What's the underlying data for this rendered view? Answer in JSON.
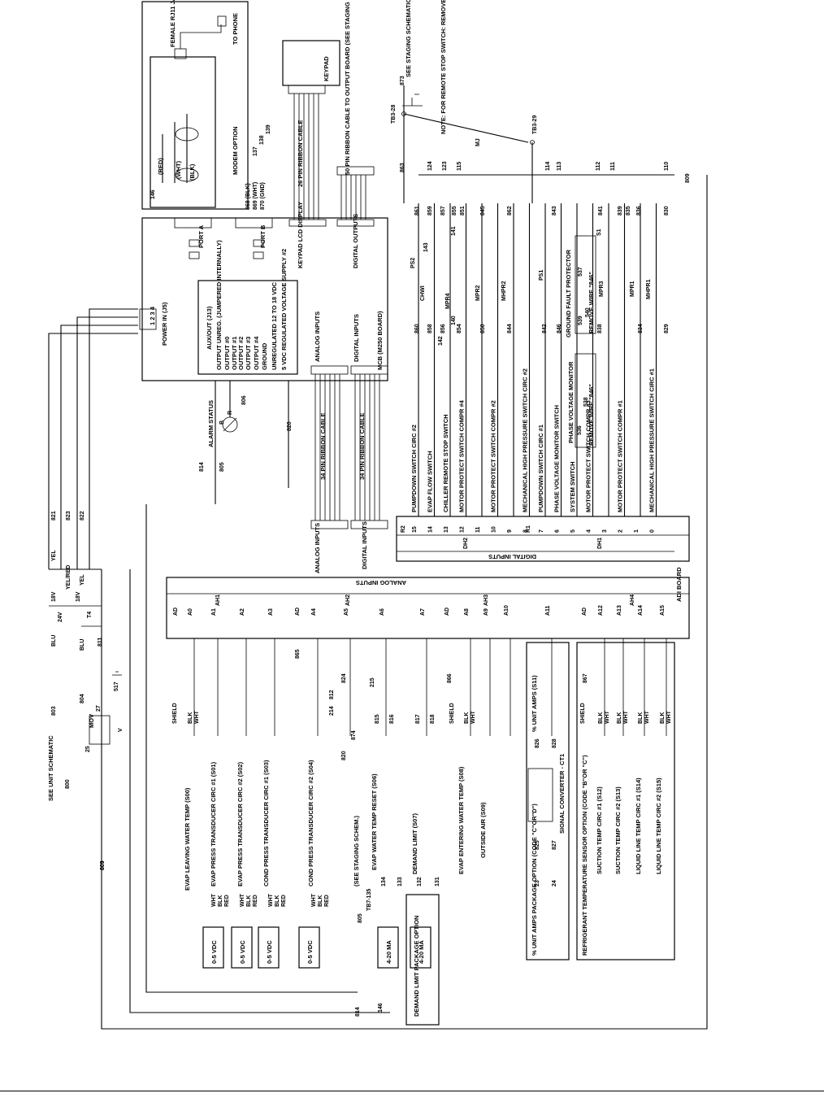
{
  "modem": {
    "jack": "FEMALE RJ11 JACK",
    "to_phone": "TO PHONE",
    "option": "MODEM OPTION",
    "wire_red": "(RED)",
    "wire_wht": "(WHT)",
    "wire_blk": "(BLK)",
    "wire_146": "146",
    "t137": "137",
    "t138": "138",
    "t139": "139",
    "w868": "868 (BLK)",
    "w869": "869 (WHT)",
    "w870": "870 (GND)"
  },
  "keypad": {
    "label": "KEYPAD",
    "cable": "26 PIN RIBBON CABLE",
    "port": "KEYPAD LCD DISPLAY"
  },
  "outputs_ribbon": {
    "label": "50 PIN RIBBON CABLE TO OUTPUT BOARD (SEE STAGING SCHEMATIC)",
    "port": "DIGITAL OUTPUTS"
  },
  "mcb": {
    "title": "MCB (M250 BOARD)",
    "port_a": "PORT A",
    "port_b": "PORT B",
    "power_in": "POWER IN (J5)",
    "pins": "1 2 3 4",
    "aux": "AUX/OUT (J13)",
    "aux_rows": [
      "OUTPUT UNREG. (JUMPERED INTERNALLY)",
      "OUTPUT #0",
      "OUTPUT #1",
      "OUTPUT #2",
      "OUTPUT #3",
      "OUTPUT #4",
      "GROUND",
      "UNREGULATED 12 TO 18 VDC",
      "5 VDC REGULATED VOLTAGE SUPPLY #2"
    ],
    "analog": "ANALOG INPUTS",
    "digital": "DIGITAL INPUTS"
  },
  "ribbons": {
    "analog": "34 PIN RIBBON CABLE",
    "digital": "34 PIN RIBBON CABLE",
    "analog_in": "ANALOG INPUTS",
    "digital_in": "DIGITAL INPUTS"
  },
  "alarm": {
    "label": "ALARM STATUS",
    "w814": "814",
    "w805": "805",
    "w806": "806",
    "w820": "820",
    "r": "R",
    "b": "B"
  },
  "staging": {
    "see": "SEE STAGING SCHEMATIC",
    "note": "NOTE: FOR REMOTE STOP SWITCH: REMOVE \"MJ\" AND INSTALL SWITCH AT TERM 140, 141",
    "w873": "873",
    "w863": "863",
    "tb3_28": "TB3-28",
    "tb3_29": "TB3-29",
    "mj": "MJ"
  },
  "digital_inputs": {
    "header": "DIGITAL INPUTS",
    "dh2": "DH2",
    "dh1": "DH1",
    "r2": "R2",
    "r1": "R1",
    "rows": [
      {
        "term": "15",
        "label": "PUMPDOWN SWITCH CIRC #2"
      },
      {
        "term": "14",
        "label": "EVAP FLOW SWITCH"
      },
      {
        "term": "13",
        "label": "CHILLER REMOTE STOP SWITCH"
      },
      {
        "term": "12",
        "label": "MOTOR PROTECT SWITCH COMPR #4"
      },
      {
        "term": "11",
        "label": ""
      },
      {
        "term": "10",
        "label": "MOTOR PROTECT SWITCH COMPR #2"
      },
      {
        "term": "9",
        "label": ""
      },
      {
        "term": "8",
        "label": "MECHANICAL HIGH PRESSURE SWITCH CIRC #2"
      },
      {
        "term": "7",
        "label": "PUMPDOWN SWITCH CIRC #1"
      },
      {
        "term": "6",
        "label": "PHASE VOLTAGE MONITOR SWITCH"
      },
      {
        "term": "5",
        "label": "SYSTEM SWITCH"
      },
      {
        "term": "4",
        "label": "MOTOR PROTECT SWITCH COMPR #3"
      },
      {
        "term": "3",
        "label": ""
      },
      {
        "term": "2",
        "label": "MOTOR PROTECT SWITCH COMPR #1"
      },
      {
        "term": "1",
        "label": ""
      },
      {
        "term": "0",
        "label": "MECHANICAL HIGH PRESSURE SWITCH CIRC #1"
      }
    ],
    "wires": [
      "860",
      "858",
      "856",
      "854",
      "850",
      "844",
      "842",
      "846",
      "838",
      "834",
      "829"
    ],
    "devices": [
      "PS2",
      "CHWI",
      "MPR4",
      "MPR2",
      "MHPR2",
      "PS1",
      "MPR3",
      "MPR1",
      "MHPR1",
      "S1"
    ],
    "pvm": "PHASE VOLTAGE MONITOR",
    "pvm_rem": "REMOVE WIRE \"846\"",
    "gfp": "GROUND FAULT PROTECTOR",
    "gfp_rem": "REMOVE WIRE \"846\"",
    "top_wires": [
      "861",
      "859",
      "857",
      "855",
      "851",
      "845",
      "862",
      "843",
      "841",
      "839",
      "835",
      "836",
      "830"
    ],
    "top_terms": [
      "124",
      "123",
      "115",
      "114",
      "113",
      "112",
      "111",
      "110"
    ],
    "w809": "809",
    "w140": "140",
    "w141": "141",
    "w142": "142",
    "w143": "143",
    "w536": "536",
    "w537": "537",
    "w538": "538",
    "w539": "539",
    "w540": "540"
  },
  "analog_inputs": {
    "header": "ANALOG INPUTS",
    "adi": "ADI BOARD",
    "groups": [
      "AH1",
      "AH2",
      "AH3",
      "AH4"
    ],
    "terms": [
      "A0",
      "A1",
      "A2",
      "A3",
      "A4",
      "A5",
      "A6",
      "A7",
      "A8",
      "A9",
      "A10",
      "A11",
      "A12",
      "A13",
      "A14",
      "A15"
    ],
    "ad": "AD",
    "sensors": [
      "EVAP LEAVING WATER TEMP (S00)",
      "EVAP PRESS TRANSDUCER CIRC #1 (S01)",
      "EVAP PRESS TRANSDUCER CIRC #2 (S02)",
      "COND PRESS TRANSDUCER CIRC #1 (S03)",
      "COND PRESS TRANSDUCER CIRC #2 (S04)",
      "(SEE STAGING SCHEM.)",
      "EVAP WATER TEMP RESET (S06)",
      "DEMAND LIMIT (S07)",
      "EVAP ENTERING WATER TEMP (S08)",
      "OUTSIDE AIR (S09)",
      "SUCTION TEMP CIRC #1 (S12)",
      "SUCTION TEMP CIRC #2 (S13)",
      "LIQUID LINE TEMP CIRC #1 (S14)",
      "LIQUID LINE TEMP CIRC #2 (S15)"
    ],
    "vdc": "0-5 VDC",
    "ma": "4-20 MA",
    "demand_pkg": "DEMAND LIMIT PACKAGE OPTION",
    "pct_amps": "% UNIT AMPS PACKAGE OPTION (CODE \"C\"OR\"D\")",
    "pct_s11": "% UNIT AMPS (S11)",
    "signal_conv": "SIGNAL CONVERTER - CT1",
    "refrig": "REFRIGERANT TEMPERATURE SENSOR OPTION (CODE \"B\"OR \"C\")",
    "shield": "SHIELD",
    "blk": "BLK",
    "wht": "WHT",
    "red": "RED",
    "wires": [
      "865",
      "866",
      "867",
      "812",
      "214",
      "824",
      "215",
      "874",
      "820",
      "815",
      "816",
      "817",
      "818",
      "825",
      "827",
      "826",
      "828",
      "23",
      "24"
    ],
    "tb7": [
      "TB7-135",
      "134",
      "133",
      "132",
      "131"
    ],
    "w805": "805",
    "w146": "146",
    "w814": "814",
    "w809": "809"
  },
  "power": {
    "see_unit": "SEE UNIT SCHEMATIC",
    "mov": "MOV",
    "v": "V",
    "t4": "T4",
    "v24": "24V",
    "v18a": "18V",
    "v18b": "18V",
    "blu": "BLU",
    "yel": "YEL",
    "yelred": "YEL/RED",
    "wires": [
      "800",
      "803",
      "804",
      "809",
      "811",
      "517",
      "27",
      "25",
      "821",
      "823",
      "822"
    ]
  }
}
